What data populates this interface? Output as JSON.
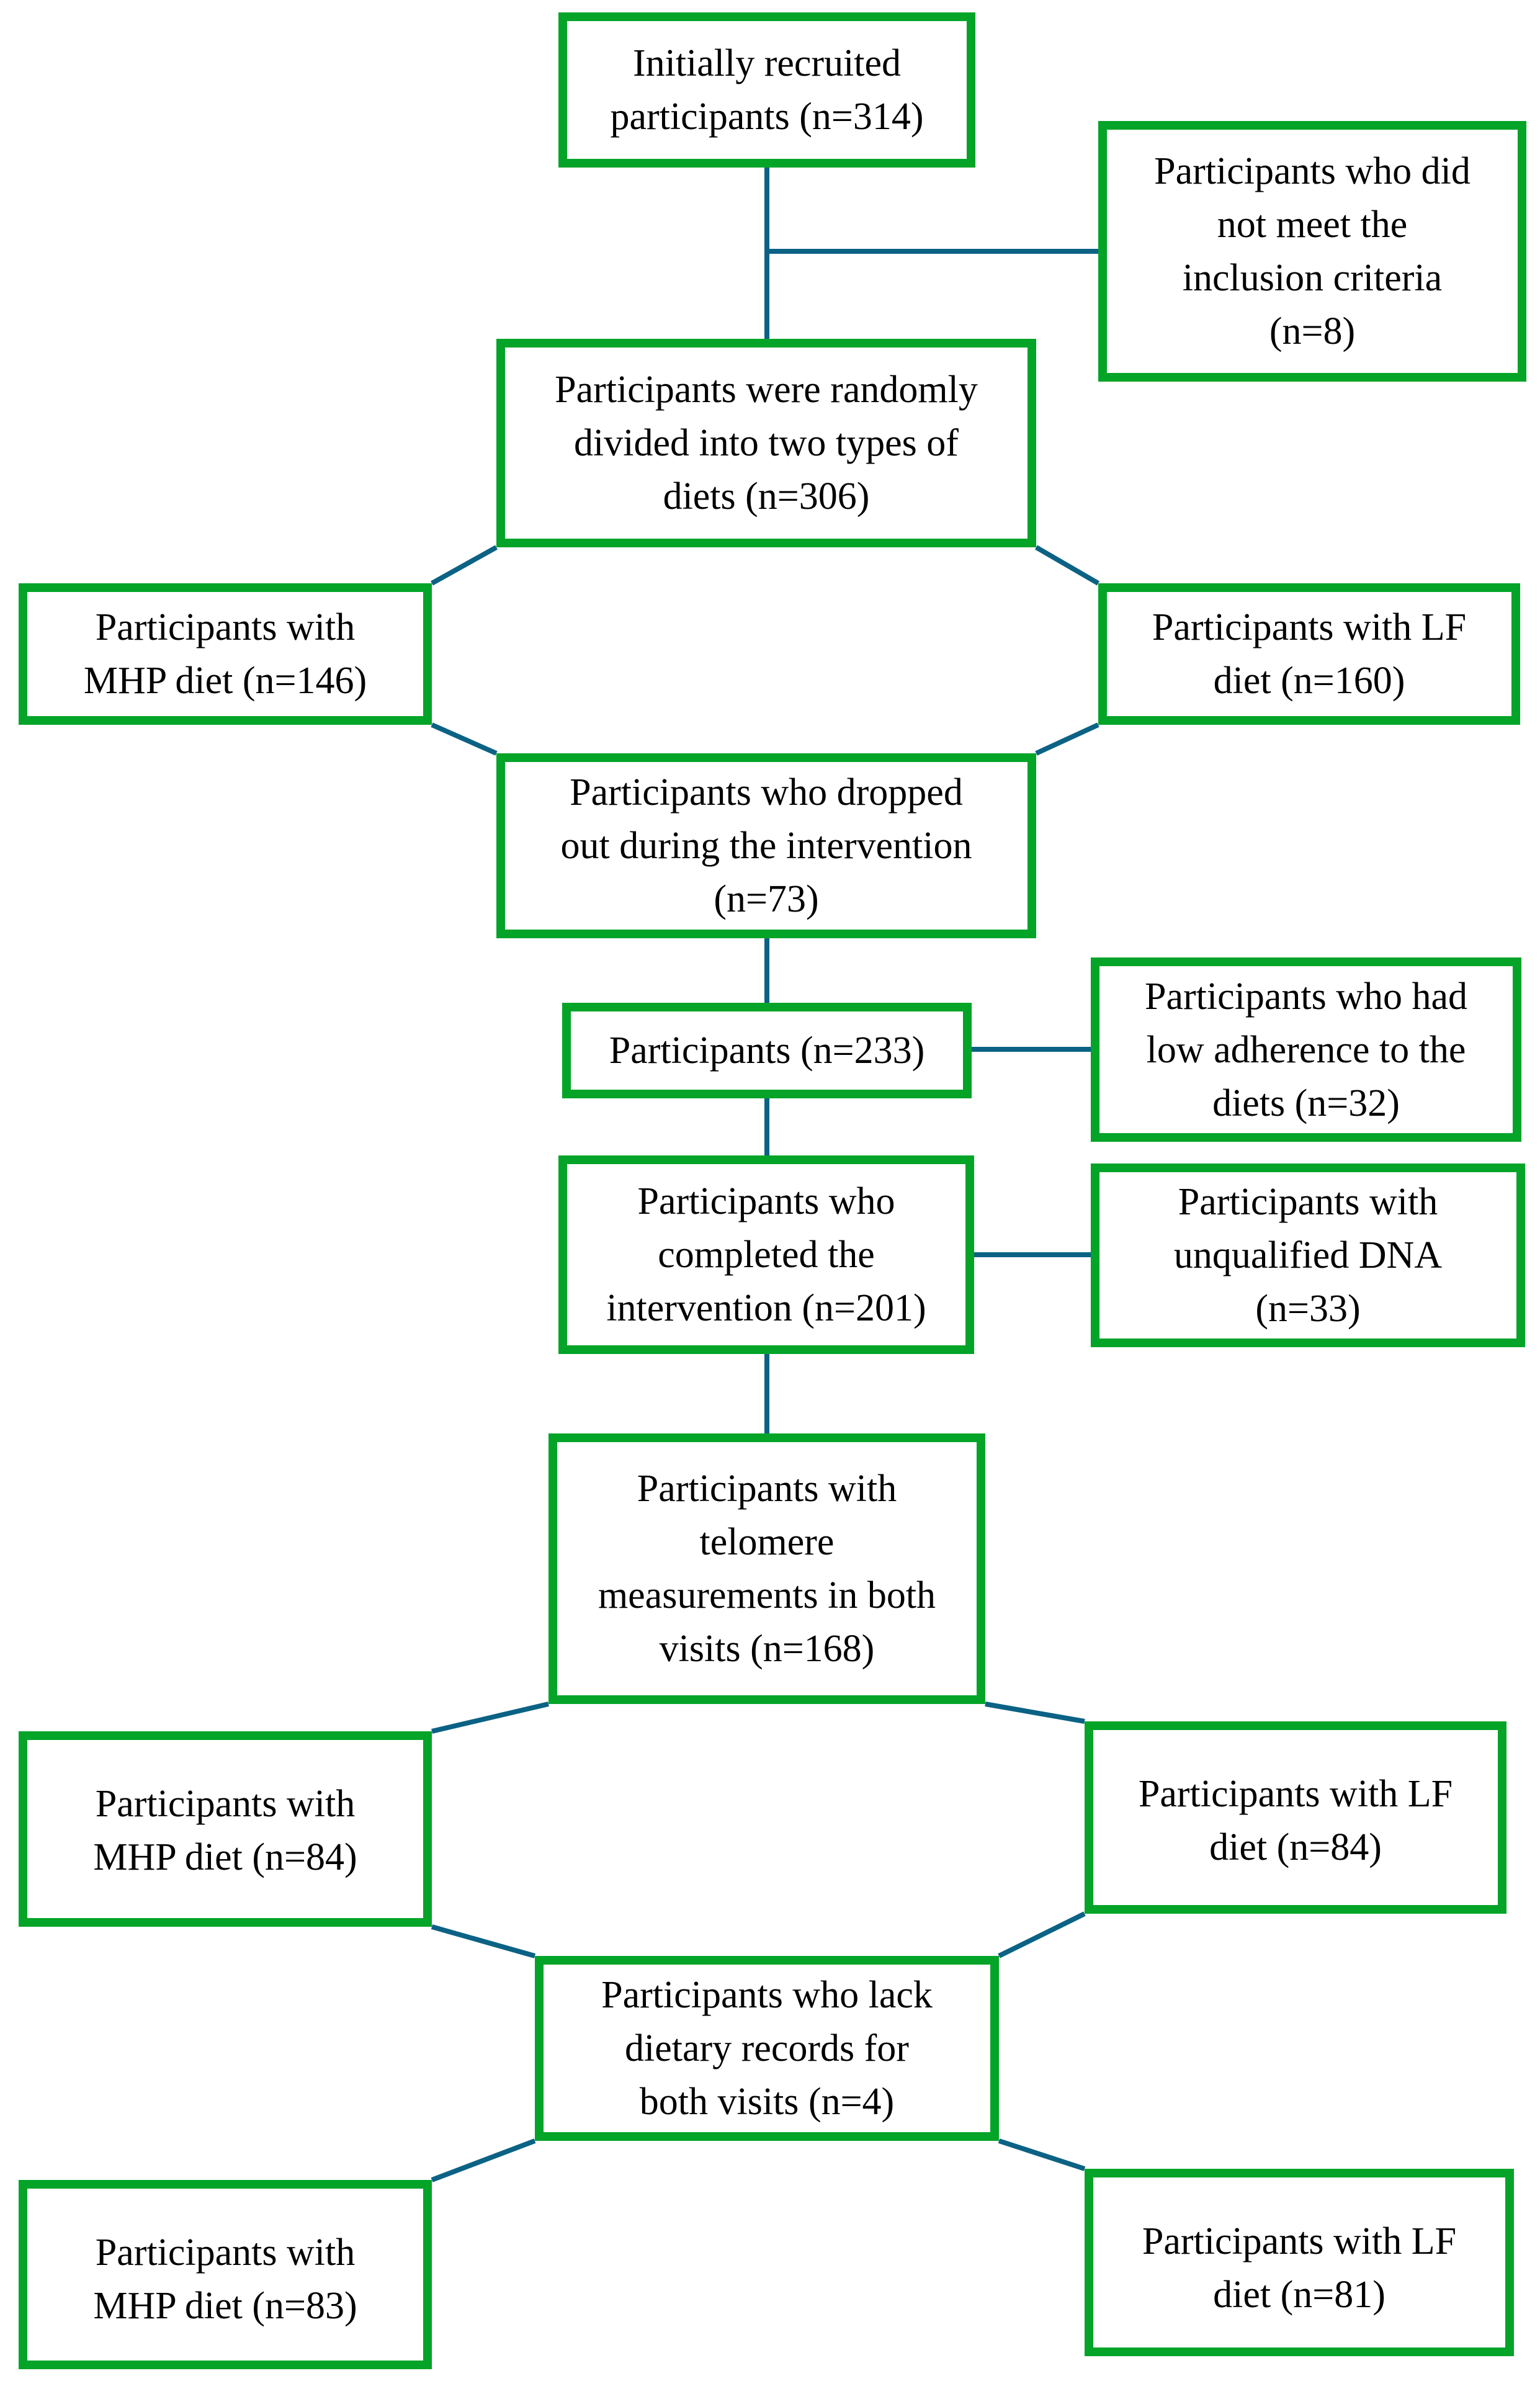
{
  "figure": {
    "type": "flowchart",
    "colors": {
      "box_border": "#03A428",
      "connector_line": "#0B6285",
      "text": "#000000",
      "background": "#FFFFFF"
    }
  },
  "nodes": {
    "initially_recruited": {
      "label": "Initially recruited\nparticipants (n=314)",
      "n": 314
    },
    "not_meet_inclusion": {
      "label": "Participants who did\nnot meet the\ninclusion criteria\n(n=8)",
      "n": 8
    },
    "randomly_divided": {
      "label": "Participants were randomly\ndivided into two types of\ndiets (n=306)",
      "n": 306
    },
    "mhp_146": {
      "label": "Participants with\nMHP diet (n=146)",
      "n": 146
    },
    "lf_160": {
      "label": "Participants with LF\ndiet (n=160)",
      "n": 160
    },
    "dropped_out": {
      "label": "Participants who dropped\nout during the intervention\n(n=73)",
      "n": 73
    },
    "participants_233": {
      "label": "Participants (n=233)",
      "n": 233
    },
    "low_adherence": {
      "label": "Participants who had\nlow adherence to the\ndiets (n=32)",
      "n": 32
    },
    "completed_intervention": {
      "label": "Participants who\ncompleted the\nintervention (n=201)",
      "n": 201
    },
    "unqualified_dna": {
      "label": "Participants with\nunqualified DNA\n(n=33)",
      "n": 33
    },
    "telomere_measurements": {
      "label": "Participants with\ntelomere\nmeasurements in both\nvisits (n=168)",
      "n": 168
    },
    "mhp_84": {
      "label": "Participants with\nMHP diet (n=84)",
      "n": 84
    },
    "lf_84": {
      "label": "Participants with LF\ndiet (n=84)",
      "n": 84
    },
    "lack_dietary_records": {
      "label": "Participants who lack\ndietary records for\nboth visits (n=4)",
      "n": 4
    },
    "mhp_83": {
      "label": "Participants with\nMHP diet (n=83)",
      "n": 83
    },
    "lf_81": {
      "label": "Participants with LF\ndiet (n=81)",
      "n": 81
    }
  },
  "edges": [
    {
      "from": "initially_recruited",
      "to": "randomly_divided"
    },
    {
      "from": "initially_recruited",
      "to": "not_meet_inclusion"
    },
    {
      "from": "randomly_divided",
      "to": "mhp_146"
    },
    {
      "from": "randomly_divided",
      "to": "lf_160"
    },
    {
      "from": "mhp_146",
      "to": "dropped_out"
    },
    {
      "from": "lf_160",
      "to": "dropped_out"
    },
    {
      "from": "dropped_out",
      "to": "participants_233"
    },
    {
      "from": "participants_233",
      "to": "low_adherence"
    },
    {
      "from": "participants_233",
      "to": "completed_intervention"
    },
    {
      "from": "completed_intervention",
      "to": "unqualified_dna"
    },
    {
      "from": "completed_intervention",
      "to": "telomere_measurements"
    },
    {
      "from": "telomere_measurements",
      "to": "mhp_84"
    },
    {
      "from": "telomere_measurements",
      "to": "lf_84"
    },
    {
      "from": "mhp_84",
      "to": "lack_dietary_records"
    },
    {
      "from": "lf_84",
      "to": "lack_dietary_records"
    },
    {
      "from": "lack_dietary_records",
      "to": "mhp_83"
    },
    {
      "from": "lack_dietary_records",
      "to": "lf_81"
    }
  ]
}
